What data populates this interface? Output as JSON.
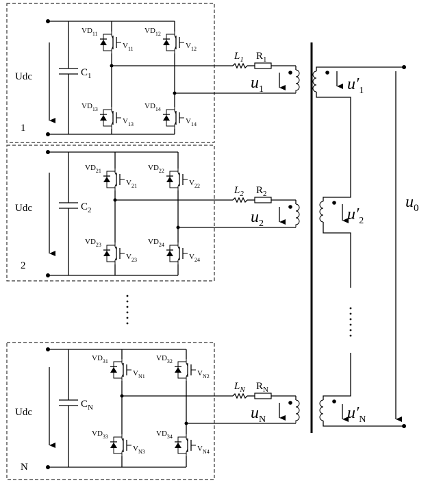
{
  "modules": [
    {
      "index_label": "1",
      "udc_label": "Udc",
      "cap": {
        "main": "C",
        "sub": "1"
      },
      "inductor": {
        "main": "L",
        "sub": "1"
      },
      "resistor": {
        "main": "R",
        "sub": "1"
      },
      "voltage": {
        "main": "u",
        "sub": "1"
      },
      "switches": [
        {
          "vd": "VD",
          "vd_sub": "11",
          "v": "V",
          "v_sub": "11"
        },
        {
          "vd": "VD",
          "vd_sub": "12",
          "v": "V",
          "v_sub": "12"
        },
        {
          "vd": "VD",
          "vd_sub": "13",
          "v": "V",
          "v_sub": "13"
        },
        {
          "vd": "VD",
          "vd_sub": "14",
          "v": "V",
          "v_sub": "14"
        }
      ]
    },
    {
      "index_label": "2",
      "udc_label": "Udc",
      "cap": {
        "main": "C",
        "sub": "2"
      },
      "inductor": {
        "main": "L",
        "sub": "2"
      },
      "resistor": {
        "main": "R",
        "sub": "2"
      },
      "voltage": {
        "main": "u",
        "sub": "2"
      },
      "switches": [
        {
          "vd": "VD",
          "vd_sub": "21",
          "v": "V",
          "v_sub": "21"
        },
        {
          "vd": "VD",
          "vd_sub": "22",
          "v": "V",
          "v_sub": "22"
        },
        {
          "vd": "VD",
          "vd_sub": "23",
          "v": "V",
          "v_sub": "23"
        },
        {
          "vd": "VD",
          "vd_sub": "24",
          "v": "V",
          "v_sub": "24"
        }
      ]
    },
    {
      "index_label": "N",
      "udc_label": "Udc",
      "cap": {
        "main": "C",
        "sub": "N"
      },
      "inductor": {
        "main": "L",
        "sub": "N"
      },
      "resistor": {
        "main": "R",
        "sub": "N"
      },
      "voltage": {
        "main": "u",
        "sub": "N"
      },
      "switches": [
        {
          "vd": "VD",
          "vd_sub": "31",
          "v": "V",
          "v_sub": "N1"
        },
        {
          "vd": "VD",
          "vd_sub": "32",
          "v": "V",
          "v_sub": "N2"
        },
        {
          "vd": "VD",
          "vd_sub": "33",
          "v": "V",
          "v_sub": "N3"
        },
        {
          "vd": "VD",
          "vd_sub": "34",
          "v": "V",
          "v_sub": "N4"
        }
      ]
    }
  ],
  "secondary": [
    {
      "main": "u′",
      "sub": "1"
    },
    {
      "main": "u′",
      "sub": "2"
    },
    {
      "main": "u′",
      "sub": "N"
    }
  ],
  "output": {
    "main": "u",
    "sub": "0"
  }
}
